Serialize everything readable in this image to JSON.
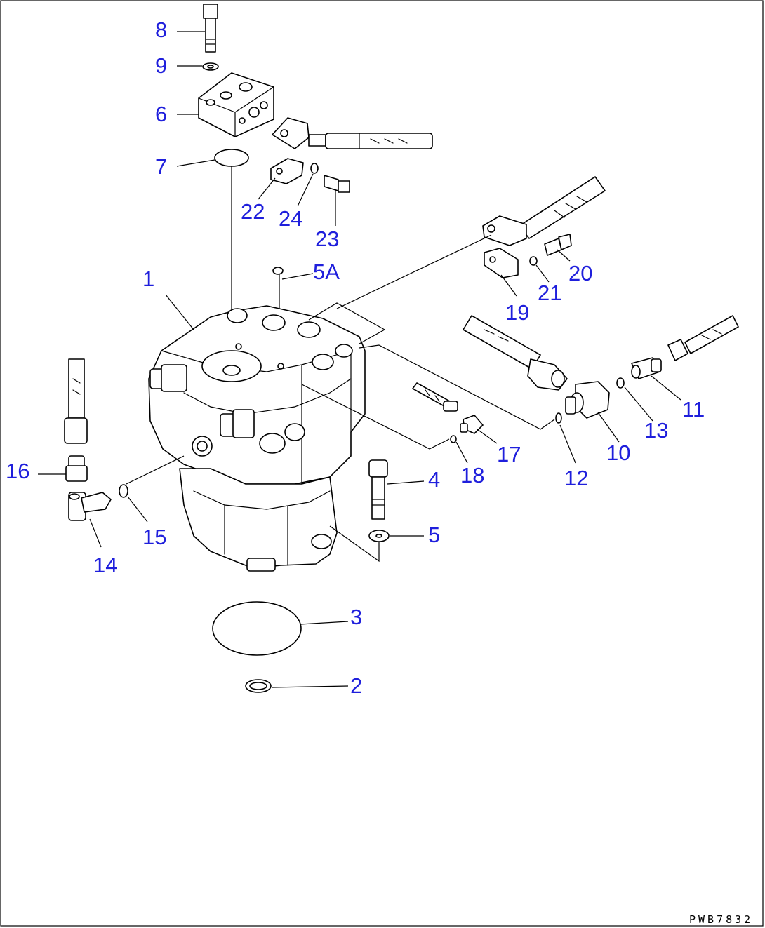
{
  "labels": {
    "l1": "1",
    "l2": "2",
    "l3": "3",
    "l4": "4",
    "l5": "5",
    "l5a": "5A",
    "l6": "6",
    "l7": "7",
    "l8": "8",
    "l9": "9",
    "l10": "10",
    "l11": "11",
    "l12": "12",
    "l13": "13",
    "l14": "14",
    "l15": "15",
    "l16": "16",
    "l17": "17",
    "l18": "18",
    "l19": "19",
    "l20": "20",
    "l21": "21",
    "l22": "22",
    "l23": "23",
    "l24": "24"
  },
  "drawing_code": "PWB7832",
  "colors": {
    "label": "#1f1fdc",
    "line": "#000000",
    "background": "#ffffff"
  }
}
